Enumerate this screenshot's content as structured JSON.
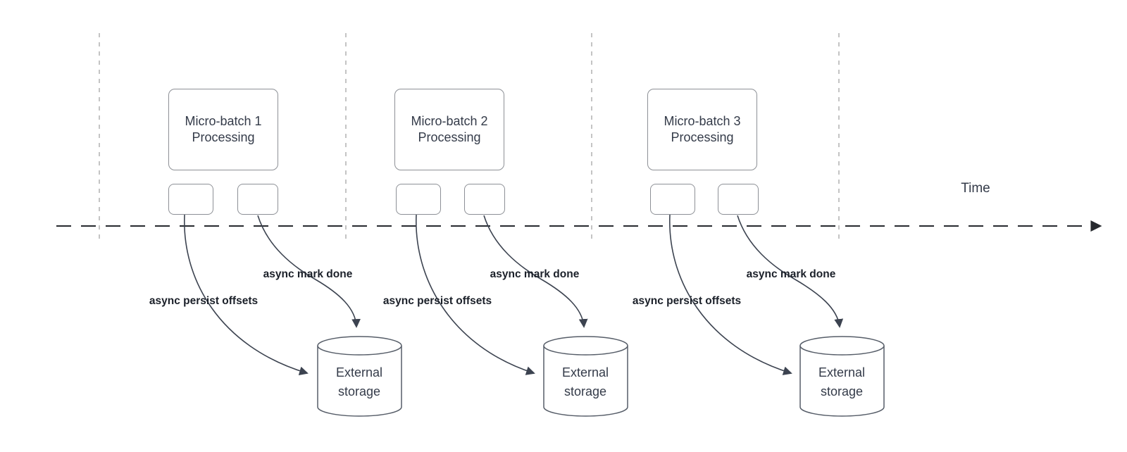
{
  "diagram": {
    "kind": "micro-batch-processing-timeline",
    "time_axis": {
      "label": "Time"
    },
    "groups": [
      {
        "title_line1": "Micro-batch 1",
        "title_line2": "Processing",
        "persist_arrow_label": "async persist offsets",
        "done_arrow_label": "async mark done",
        "storage_label": "External storage"
      },
      {
        "title_line1": "Micro-batch 2",
        "title_line2": "Processing",
        "persist_arrow_label": "async persist offsets",
        "done_arrow_label": "async mark done",
        "storage_label": "External storage"
      },
      {
        "title_line1": "Micro-batch 3",
        "title_line2": "Processing",
        "persist_arrow_label": "async persist offsets",
        "done_arrow_label": "async mark done",
        "storage_label": "External storage"
      }
    ],
    "colors": {
      "background": "#ffffff",
      "box_border": "#8d9096",
      "cylinder_stroke": "#565d68",
      "arrow_stroke": "#3c4350",
      "time_axis_stroke": "#26292e",
      "guide_line": "#ababab",
      "node_text": "#343b49",
      "label_text": "#1b2029"
    }
  }
}
